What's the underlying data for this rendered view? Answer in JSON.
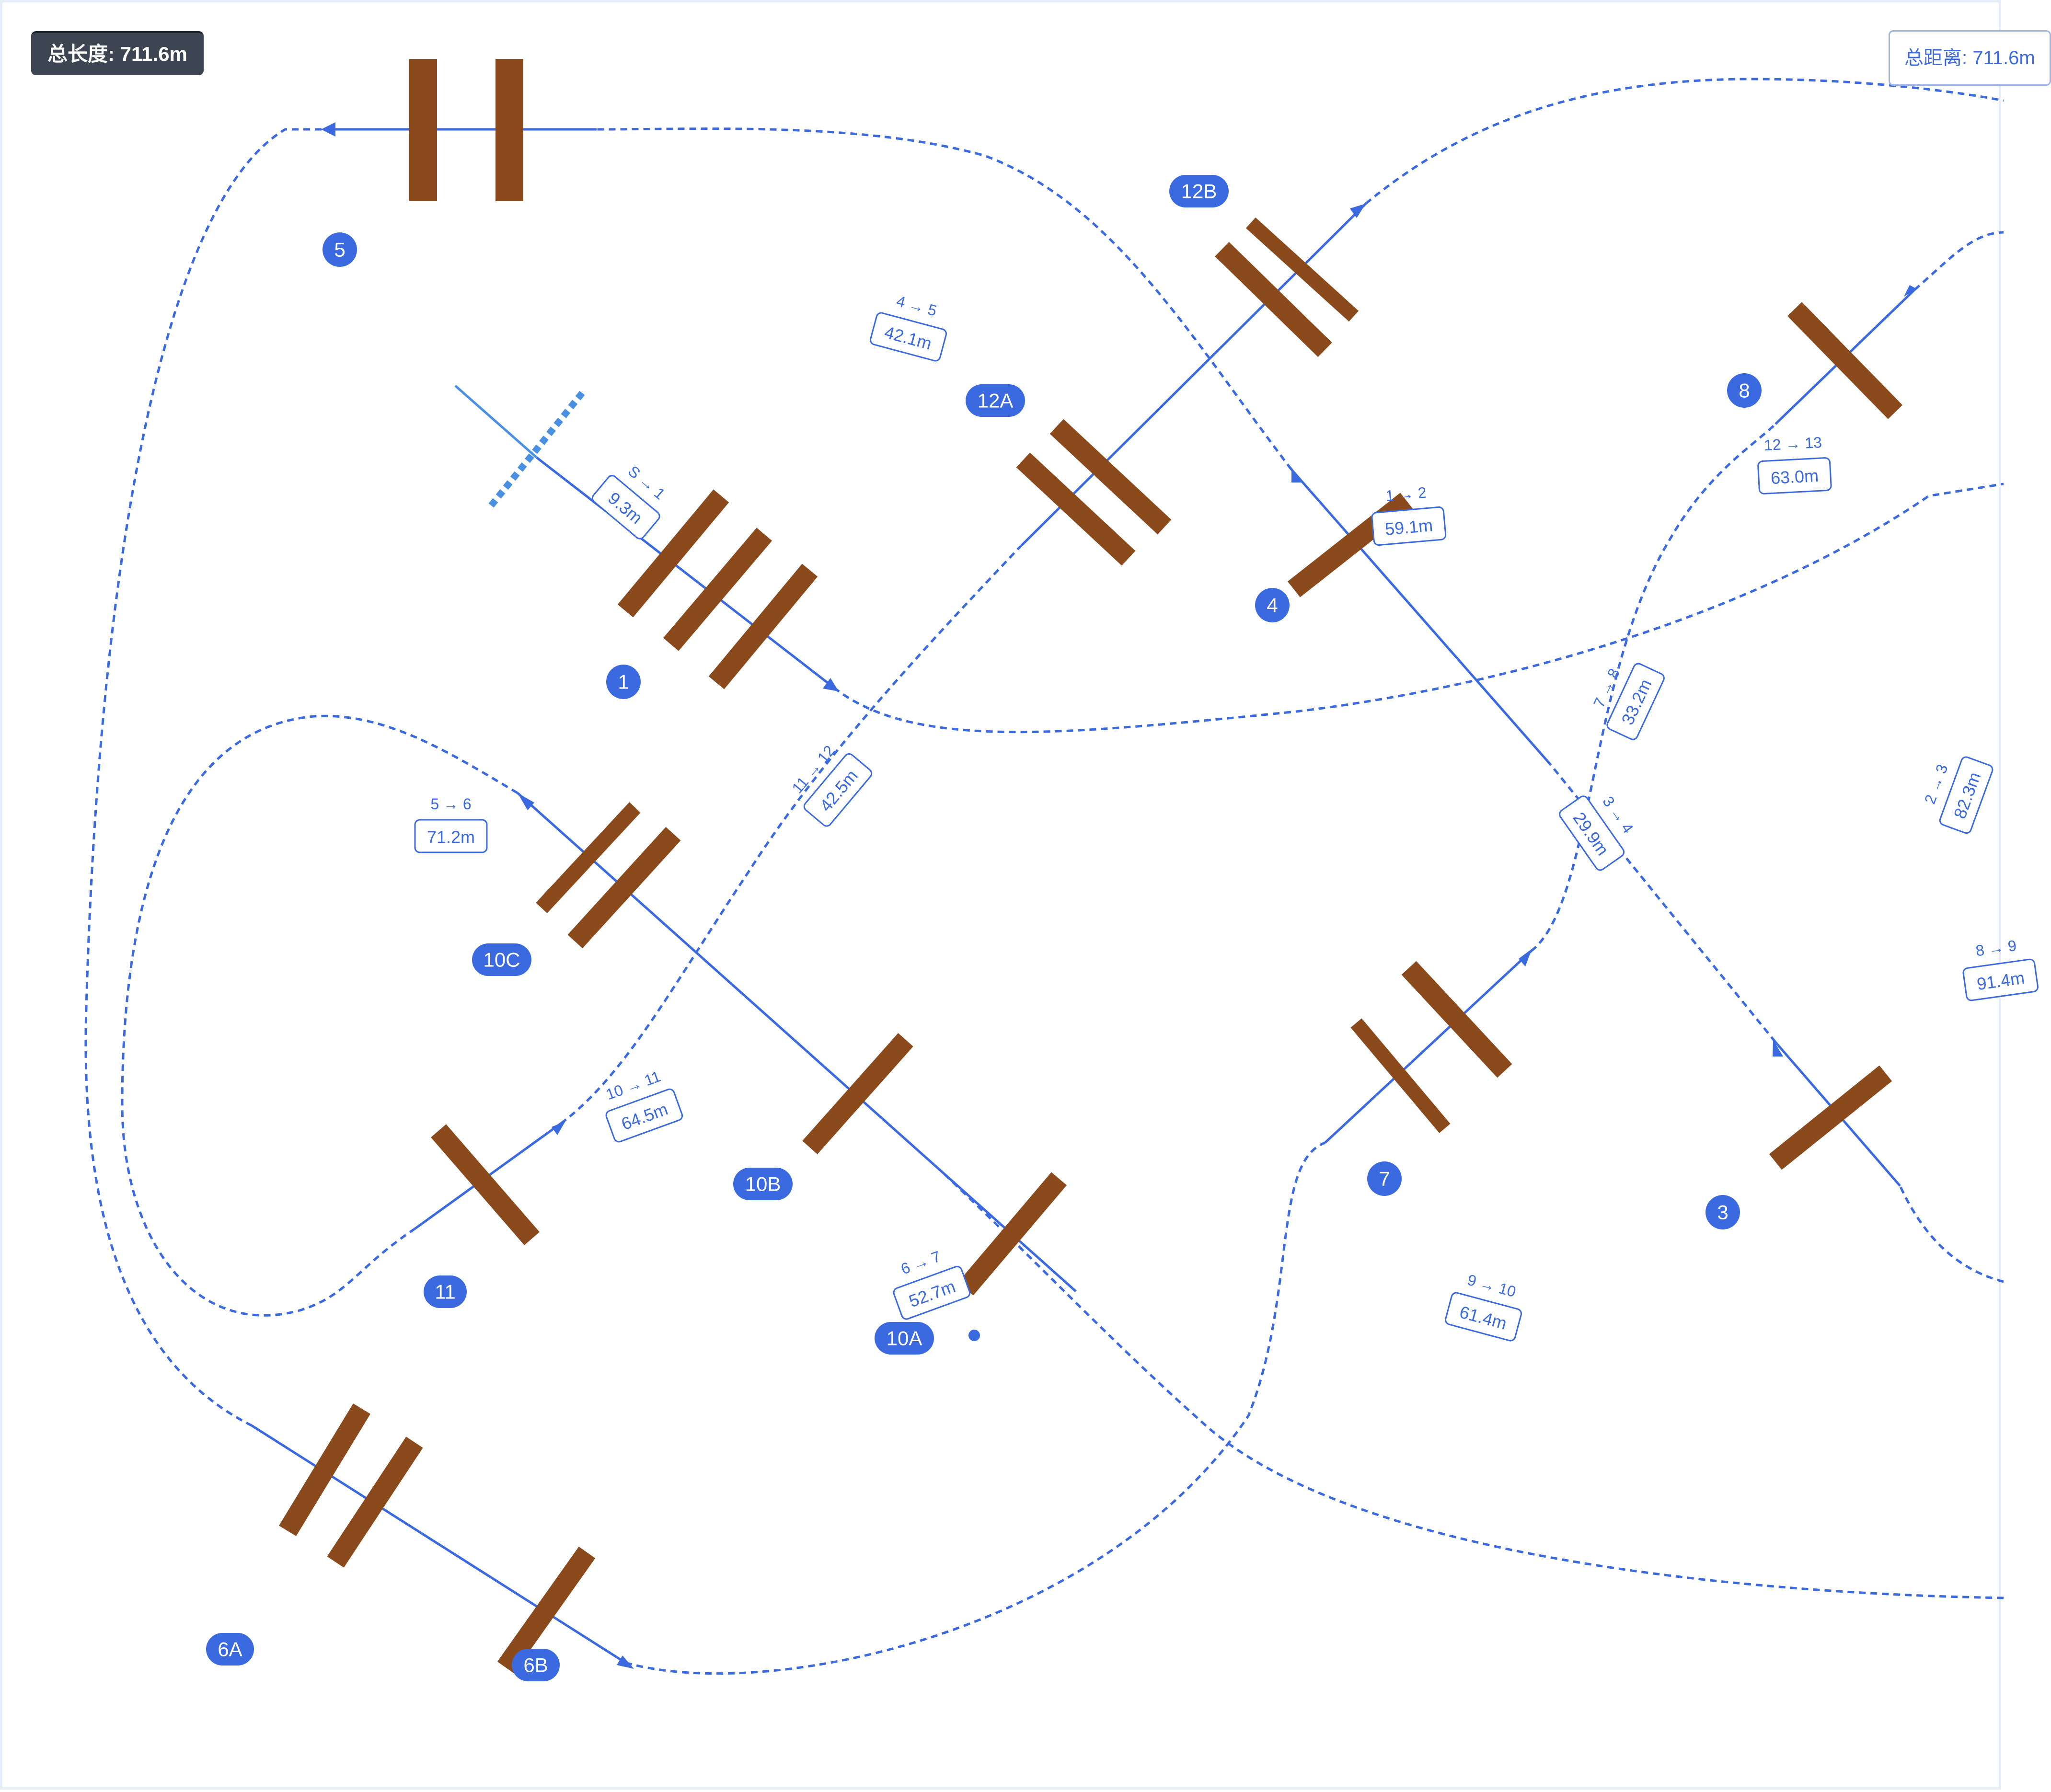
{
  "header": {
    "total_length": "总长度: 711.6m",
    "total_distance": "总距离: 711.6m"
  },
  "colors": {
    "path": "#3b6ae0",
    "pole": "#8a4a1c",
    "badge_bg": "#3d4552"
  },
  "obstacles": [
    {
      "id": "1",
      "label": "1"
    },
    {
      "id": "3",
      "label": "3"
    },
    {
      "id": "4",
      "label": "4"
    },
    {
      "id": "5",
      "label": "5"
    },
    {
      "id": "6A",
      "label": "6A"
    },
    {
      "id": "6B",
      "label": "6B"
    },
    {
      "id": "7",
      "label": "7"
    },
    {
      "id": "8",
      "label": "8"
    },
    {
      "id": "10A",
      "label": "10A"
    },
    {
      "id": "10B",
      "label": "10B"
    },
    {
      "id": "10C",
      "label": "10C"
    },
    {
      "id": "11",
      "label": "11"
    },
    {
      "id": "12A",
      "label": "12A"
    },
    {
      "id": "12B",
      "label": "12B"
    }
  ],
  "legs": [
    {
      "id": "s-1",
      "label": "S → 1",
      "distance": "9.3m"
    },
    {
      "id": "1-2",
      "label": "1 → 2",
      "distance": "59.1m"
    },
    {
      "id": "2-3",
      "label": "2 → 3",
      "distance": "82.3m"
    },
    {
      "id": "3-4",
      "label": "3 → 4",
      "distance": "29.9m"
    },
    {
      "id": "4-5",
      "label": "4 → 5",
      "distance": "42.1m"
    },
    {
      "id": "5-6",
      "label": "5 → 6",
      "distance": "71.2m"
    },
    {
      "id": "6-7",
      "label": "6 → 7",
      "distance": "52.7m"
    },
    {
      "id": "7-8",
      "label": "7 → 8",
      "distance": "33.2m"
    },
    {
      "id": "8-9",
      "label": "8 → 9",
      "distance": "91.4m"
    },
    {
      "id": "9-10",
      "label": "9 → 10",
      "distance": "61.4m"
    },
    {
      "id": "10-11",
      "label": "10 → 11",
      "distance": "64.5m"
    },
    {
      "id": "11-12",
      "label": "11 → 12",
      "distance": "42.5m"
    },
    {
      "id": "12-13",
      "label": "12 → 13",
      "distance": "63.0m"
    }
  ]
}
